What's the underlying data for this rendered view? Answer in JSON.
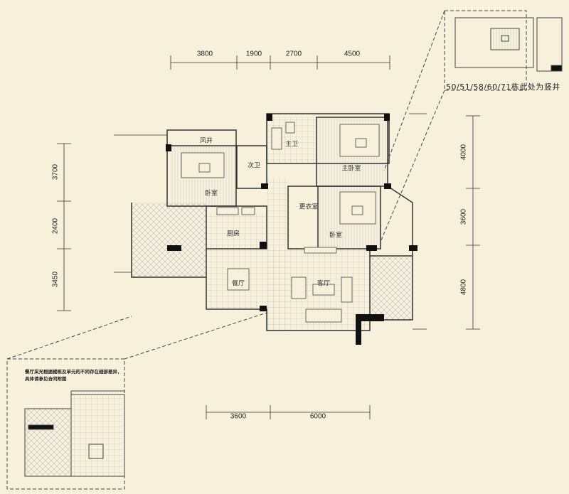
{
  "dimensions": {
    "top": [
      "3800",
      "1900",
      "2700",
      "4500"
    ],
    "left": [
      "3700",
      "2400",
      "3450"
    ],
    "right": [
      "4000",
      "3600",
      "4800"
    ],
    "bottom": [
      "3600",
      "6000"
    ]
  },
  "rooms": {
    "air_shaft": "风井",
    "second_bath": "次卫",
    "master_bath": "主卫",
    "master_bedroom": "主卧室",
    "bedroom_left": "卧室",
    "dressing_room": "更衣室",
    "bedroom_right": "卧室",
    "kitchen": "厨房",
    "dining": "餐厅",
    "living": "客厅"
  },
  "insets": {
    "top_right_caption": "50/51/58/60/71栋此处为竖井",
    "bottom_left_note_line1": "餐厅采光根据楼栋及单元的不同存在细部差异，",
    "bottom_left_note_line2": "具体请参见合同附图"
  },
  "colors": {
    "background": "#f7f1dc",
    "wall": "#222222",
    "line": "#555555"
  }
}
